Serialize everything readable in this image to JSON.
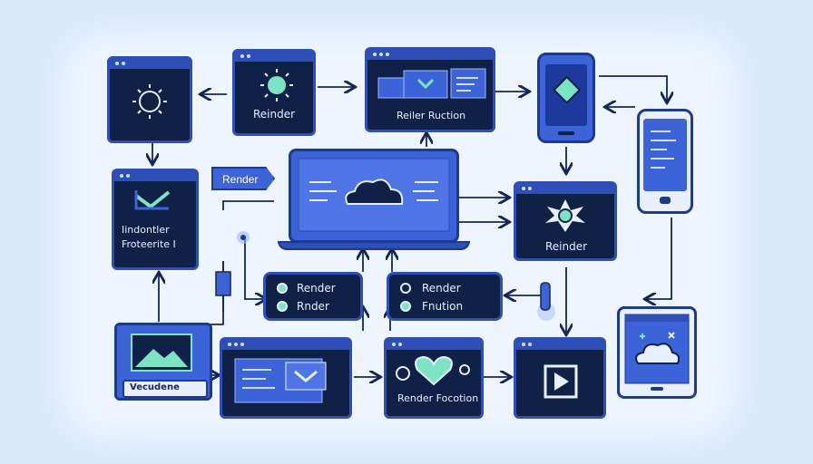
{
  "nodes": {
    "render_top": "Reinder",
    "function_top": "Reiler Ruction",
    "render_right": "Reinder",
    "left_panel_line1": "Iindontler",
    "left_panel_line2": "Froteerite I",
    "tag": "Render",
    "pill_left_1": "Render",
    "pill_left_2": "Rnder",
    "pill_right_1": "Render",
    "pill_right_2": "Fnution",
    "bottom_left_label": "Vecudene",
    "render_function": "Render Focotion"
  },
  "colors": {
    "background": "#d6e6fb",
    "window": "#0f2147",
    "accent": "#2f4fb8",
    "teal": "#7ce3c3"
  },
  "icons": [
    "sun-icon",
    "sun-green-icon",
    "window-stack-icon",
    "phone-diamond-icon",
    "phone-code-icon",
    "laptop-cloud-icon",
    "starburst-icon",
    "mail-check-icon",
    "plug-icon",
    "image-icon",
    "code-window-icon",
    "heart-icon",
    "play-icon",
    "cloud-tablet-icon"
  ]
}
